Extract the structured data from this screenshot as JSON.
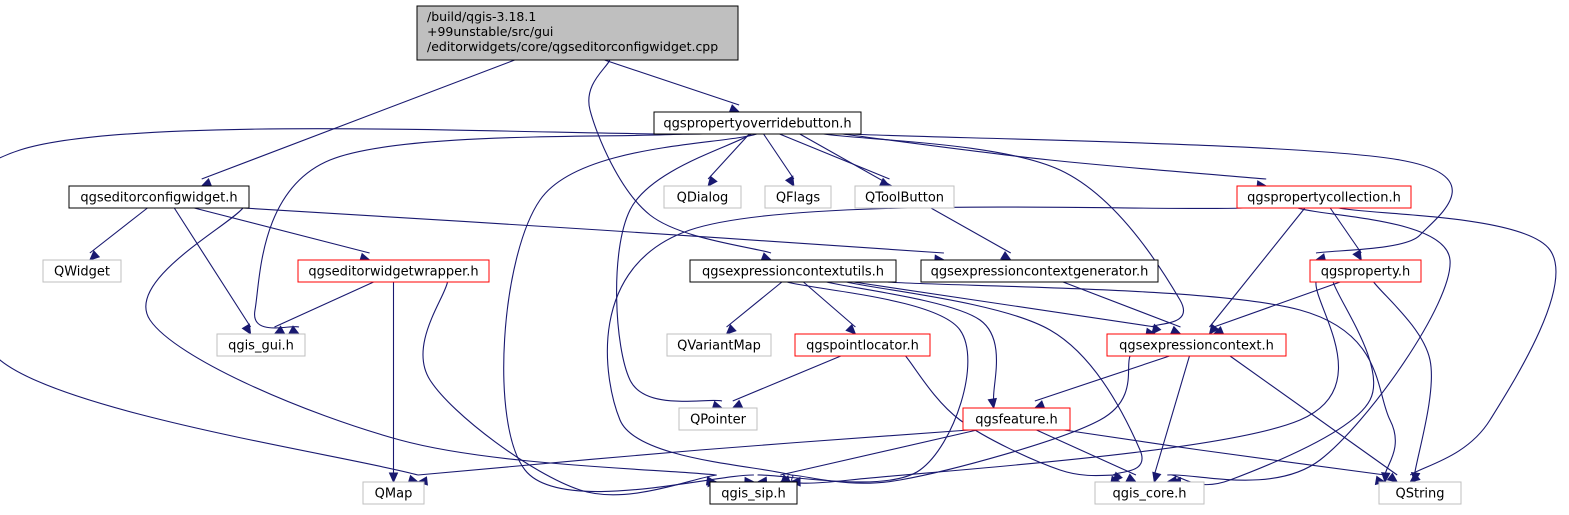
{
  "colors": {
    "edge": "#191970",
    "documented_border": "#000000",
    "incomplete_border": "#ff0000",
    "external_border": "#bfbfbf",
    "root_fill": "#bfbfbf",
    "external_text": "#000000"
  },
  "nodes": [
    {
      "id": "root",
      "kind": "root",
      "lines": [
        "/build/qgis-3.18.1",
        "+99unstable/src/gui",
        "/editorwidgets/core/qgseditorconfigwidget.cpp"
      ]
    },
    {
      "id": "qgspropertyoverridebutton",
      "kind": "documented",
      "lines": [
        "qgspropertyoverridebutton.h"
      ]
    },
    {
      "id": "qgseditorconfigwidget",
      "kind": "documented",
      "lines": [
        "qgseditorconfigwidget.h"
      ]
    },
    {
      "id": "QDialog",
      "kind": "external",
      "lines": [
        "QDialog"
      ]
    },
    {
      "id": "QFlags",
      "kind": "external",
      "lines": [
        "QFlags"
      ]
    },
    {
      "id": "QToolButton",
      "kind": "external",
      "lines": [
        "QToolButton"
      ]
    },
    {
      "id": "qgspropertycollection",
      "kind": "incomplete",
      "lines": [
        "qgspropertycollection.h"
      ]
    },
    {
      "id": "QWidget",
      "kind": "external",
      "lines": [
        "QWidget"
      ]
    },
    {
      "id": "qgseditorwidgetwrapper",
      "kind": "incomplete",
      "lines": [
        "qgseditorwidgetwrapper.h"
      ]
    },
    {
      "id": "qgsexpressioncontextutils",
      "kind": "documented",
      "lines": [
        "qgsexpressioncontextutils.h"
      ]
    },
    {
      "id": "qgsexpressioncontextgenerator",
      "kind": "documented",
      "lines": [
        "qgsexpressioncontextgenerator.h"
      ]
    },
    {
      "id": "qgsproperty",
      "kind": "incomplete",
      "lines": [
        "qgsproperty.h"
      ]
    },
    {
      "id": "qgis_gui",
      "kind": "external",
      "lines": [
        "qgis_gui.h"
      ]
    },
    {
      "id": "QVariantMap",
      "kind": "external",
      "lines": [
        "QVariantMap"
      ]
    },
    {
      "id": "qgspointlocator",
      "kind": "incomplete",
      "lines": [
        "qgspointlocator.h"
      ]
    },
    {
      "id": "qgsexpressioncontext",
      "kind": "incomplete",
      "lines": [
        "qgsexpressioncontext.h"
      ]
    },
    {
      "id": "QPointer",
      "kind": "external",
      "lines": [
        "QPointer"
      ]
    },
    {
      "id": "qgsfeature",
      "kind": "incomplete",
      "lines": [
        "qgsfeature.h"
      ]
    },
    {
      "id": "QMap",
      "kind": "external",
      "lines": [
        "QMap"
      ]
    },
    {
      "id": "qgis_sip",
      "kind": "documented",
      "lines": [
        "qgis_sip.h"
      ]
    },
    {
      "id": "qgis_core",
      "kind": "external",
      "lines": [
        "qgis_core.h"
      ]
    },
    {
      "id": "QString",
      "kind": "external",
      "lines": [
        "QString"
      ]
    }
  ],
  "edges": [
    [
      "root",
      "qgspropertyoverridebutton"
    ],
    [
      "root",
      "qgseditorconfigwidget"
    ],
    [
      "root",
      "qgsexpressioncontextutils"
    ],
    [
      "qgspropertyoverridebutton",
      "QDialog"
    ],
    [
      "qgspropertyoverridebutton",
      "QFlags"
    ],
    [
      "qgspropertyoverridebutton",
      "QToolButton"
    ],
    [
      "qgspropertyoverridebutton",
      "qgspropertycollection"
    ],
    [
      "qgspropertyoverridebutton",
      "qgsproperty"
    ],
    [
      "qgspropertyoverridebutton",
      "qgsexpressioncontextgenerator"
    ],
    [
      "qgspropertyoverridebutton",
      "qgsexpressioncontext"
    ],
    [
      "qgspropertyoverridebutton",
      "qgis_gui"
    ],
    [
      "qgspropertyoverridebutton",
      "qgis_sip"
    ],
    [
      "qgspropertyoverridebutton",
      "QPointer"
    ],
    [
      "qgspropertyoverridebutton",
      "QMap"
    ],
    [
      "qgseditorconfigwidget",
      "QWidget"
    ],
    [
      "qgseditorconfigwidget",
      "qgseditorwidgetwrapper"
    ],
    [
      "qgseditorconfigwidget",
      "qgis_gui"
    ],
    [
      "qgseditorconfigwidget",
      "qgis_sip"
    ],
    [
      "qgseditorconfigwidget",
      "qgsexpressioncontextgenerator"
    ],
    [
      "qgseditorwidgetwrapper",
      "qgis_gui"
    ],
    [
      "qgseditorwidgetwrapper",
      "QMap"
    ],
    [
      "qgseditorwidgetwrapper",
      "qgis_sip"
    ],
    [
      "qgsexpressioncontextutils",
      "QVariantMap"
    ],
    [
      "qgsexpressioncontextutils",
      "qgspointlocator"
    ],
    [
      "qgsexpressioncontextutils",
      "qgsexpressioncontext"
    ],
    [
      "qgsexpressioncontextutils",
      "qgsfeature"
    ],
    [
      "qgsexpressioncontextutils",
      "qgis_sip"
    ],
    [
      "qgsexpressioncontextutils",
      "qgis_core"
    ],
    [
      "qgsexpressioncontextutils",
      "QString"
    ],
    [
      "qgsexpressioncontextgenerator",
      "qgsexpressioncontext"
    ],
    [
      "qgspropertycollection",
      "qgsproperty"
    ],
    [
      "qgspropertycollection",
      "qgsexpressioncontext"
    ],
    [
      "qgspropertycollection",
      "qgis_sip"
    ],
    [
      "qgspropertycollection",
      "qgis_core"
    ],
    [
      "qgspropertycollection",
      "QString"
    ],
    [
      "qgsproperty",
      "qgsexpressioncontext"
    ],
    [
      "qgsproperty",
      "qgis_sip"
    ],
    [
      "qgsproperty",
      "qgis_core"
    ],
    [
      "qgsproperty",
      "QString"
    ],
    [
      "qgspointlocator",
      "QPointer"
    ],
    [
      "qgspointlocator",
      "qgis_core"
    ],
    [
      "qgsexpressioncontext",
      "qgsfeature"
    ],
    [
      "qgsexpressioncontext",
      "qgis_sip"
    ],
    [
      "qgsexpressioncontext",
      "qgis_core"
    ],
    [
      "qgsexpressioncontext",
      "QString"
    ],
    [
      "qgsfeature",
      "QMap"
    ],
    [
      "qgsfeature",
      "qgis_sip"
    ],
    [
      "qgsfeature",
      "qgis_core"
    ],
    [
      "qgsfeature",
      "QString"
    ]
  ]
}
